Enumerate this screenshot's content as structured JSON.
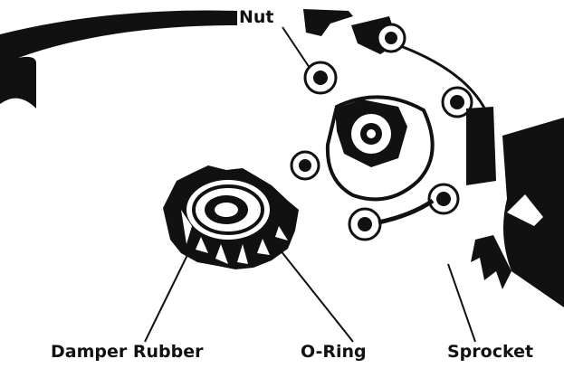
{
  "labels": {
    "nut": "Nut",
    "damper_rubber": "Damper Rubber",
    "o_ring": "O-Ring",
    "sprocket": "Sprocket"
  },
  "colors": {
    "ink": "#111111",
    "paper": "#ffffff"
  }
}
